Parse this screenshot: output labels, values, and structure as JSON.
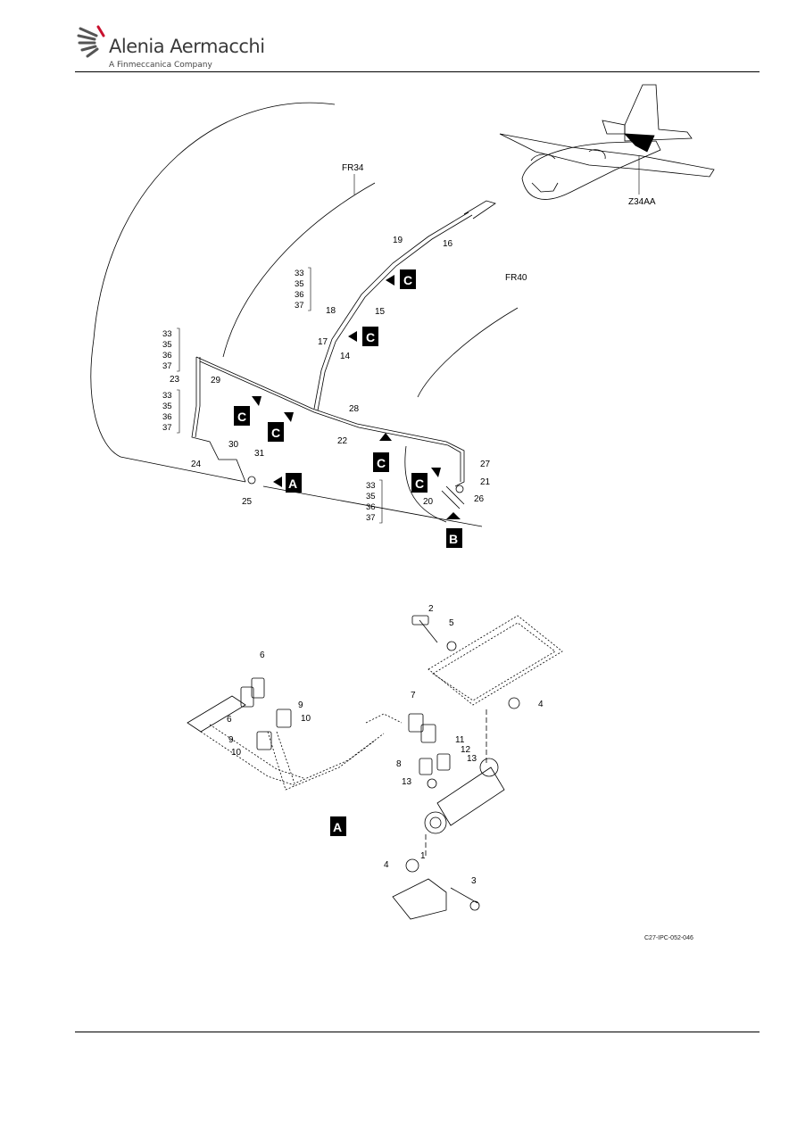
{
  "header": {
    "company_name": "Alenia Aermacchi",
    "company_subtitle": "A Finmeccanica Company"
  },
  "figure": {
    "reference": "C27-IPC-052-046",
    "zone_label": "Z34AA",
    "frame_labels": {
      "fr34": "FR34",
      "fr40": "FR40"
    },
    "view_labels": {
      "a": "A",
      "b": "B",
      "c": "C"
    },
    "upper_callouts": {
      "c19": "19",
      "c16": "16",
      "c18": "18",
      "c15": "15",
      "c17": "17",
      "c14": "14",
      "c23": "23",
      "c29": "29",
      "c28": "28",
      "c22": "22",
      "c30": "30",
      "c24": "24",
      "c31": "31",
      "c25": "25",
      "c27": "27",
      "c21": "21",
      "c20": "20",
      "c26": "26",
      "group": [
        "33",
        "35",
        "36",
        "37"
      ]
    },
    "lower_callouts": {
      "c2": "2",
      "c5": "5",
      "c4a": "4",
      "c6a": "6",
      "c6b": "6",
      "c7": "7",
      "c9a": "9",
      "c10a": "10",
      "c9b": "9",
      "c10b": "10",
      "c11": "11",
      "c12": "12",
      "c13a": "13",
      "c8": "8",
      "c13b": "13",
      "c1": "1",
      "c4b": "4",
      "c3": "3"
    }
  },
  "colors": {
    "rule": "#000000",
    "logo_gray": "#3a3a3a"
  }
}
